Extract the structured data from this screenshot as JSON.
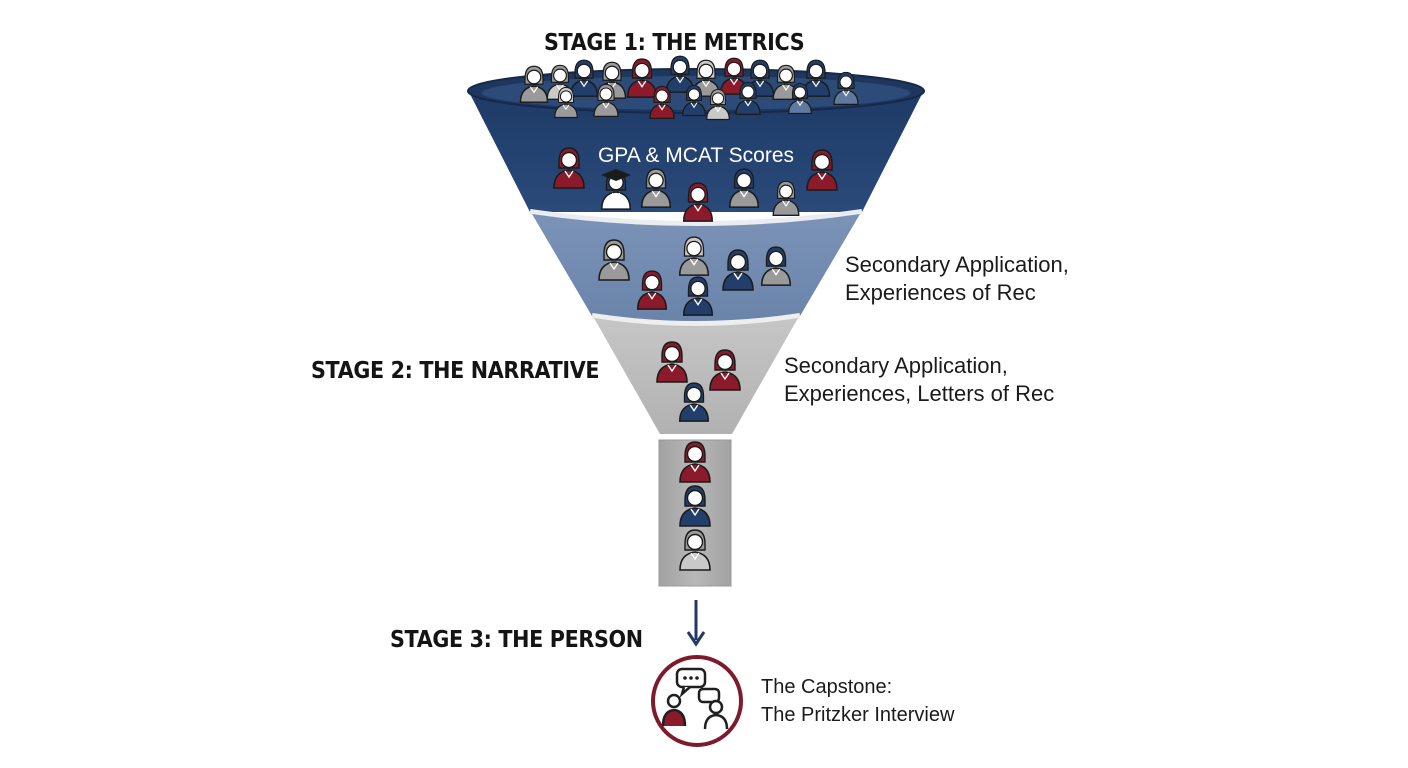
{
  "stages": {
    "stage1_title": "STAGE 1: THE METRICS",
    "stage2_title": "STAGE 2: THE NARRATIVE",
    "stage3_title": "STAGE 3: THE PERSON"
  },
  "funnel": {
    "top_label": "GPA & MCAT Scores",
    "colors": {
      "navy": "#23426f",
      "steel_blue": "#6f88ae",
      "gray": "#b8b8b8",
      "maroon": "#8b1a2b",
      "dark_gray": "#a9a9a9"
    }
  },
  "notes": {
    "middle_line1": "Secondary Application,",
    "middle_line2": "Experiences of Rec",
    "narrative_line1": "Secondary Application,",
    "narrative_line2": "Experiences, Letters of Rec"
  },
  "capstone": {
    "line1": "The Capstone:",
    "line2": "The Pritzker Interview",
    "icon": "interview-conversation-icon"
  },
  "icons": [
    "person-icon",
    "graduate-icon",
    "down-arrow-icon",
    "speech-bubble-icon"
  ]
}
